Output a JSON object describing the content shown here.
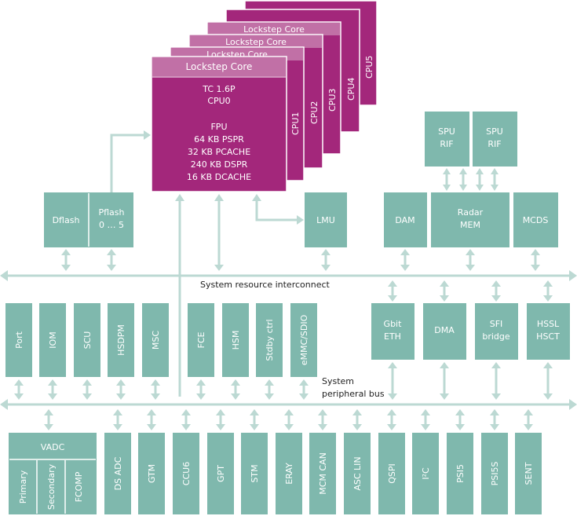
{
  "cpus": {
    "header_label": "Lockstep Core",
    "stack": [
      "CPU5",
      "CPU4",
      "CPU3",
      "CPU2",
      "CPU1"
    ],
    "cpu0_lines": [
      "TC 1.6P",
      "CPU0",
      "",
      "FPU",
      "64 KB PSPR",
      "32 KB PCACHE",
      "240 KB DSPR",
      "16 KB DCACHE"
    ]
  },
  "flash": {
    "dflash": "Dflash",
    "pflash_line1": "Pflash",
    "pflash_line2": "0 … 5"
  },
  "lmu": "LMU",
  "spu": [
    {
      "line1": "SPU",
      "line2": "RIF"
    },
    {
      "line1": "SPU",
      "line2": "RIF"
    }
  ],
  "dam": "DAM",
  "radar_mem": {
    "line1": "Radar",
    "line2": "MEM"
  },
  "mcds": "MCDS",
  "sri_label": "System resource interconnect",
  "spb_label_line1": "System",
  "spb_label_line2": "peripheral bus",
  "left_modules": [
    "Port",
    "IOM",
    "SCU",
    "HSDPM",
    "MSC",
    "FCE",
    "HSM",
    "Stdby ctrl",
    "eMMC/SDIO"
  ],
  "right_modules": [
    {
      "line1": "Gbit",
      "line2": "ETH"
    },
    {
      "line1": "DMA",
      "line2": ""
    },
    {
      "line1": "SFI",
      "line2": "bridge"
    },
    {
      "line1": "HSSL",
      "line2": "HSCT"
    }
  ],
  "vadc": {
    "title": "VADC",
    "parts": [
      "Primary",
      "Secondary",
      "FCOMP"
    ]
  },
  "bottom_modules": [
    "DS ADC",
    "GTM",
    "CCU6",
    "GPT",
    "STM",
    "ERAY",
    "MCM CAN",
    "ASC LIN",
    "QSPI",
    "I²C",
    "PSI5",
    "PSI5S",
    "SENT"
  ],
  "colors": {
    "cpu": "#a3277b",
    "cpu_header": "#c170a6",
    "block": "#7fb8ad",
    "connector": "#bcd9d3"
  }
}
